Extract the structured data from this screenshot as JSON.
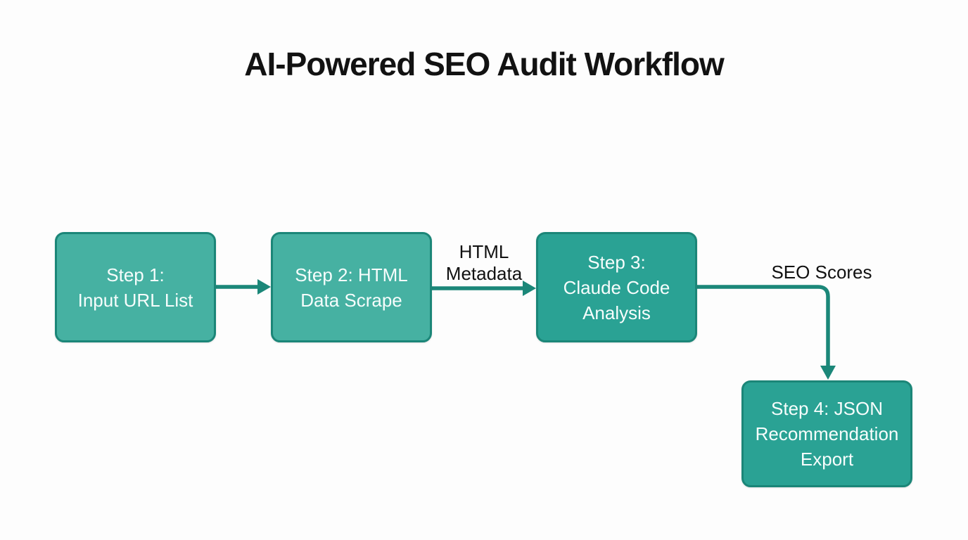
{
  "page": {
    "background": "#fdfdfd"
  },
  "title": "AI-Powered SEO Audit Workflow",
  "diagram": {
    "type": "flowchart",
    "direction": "left-to-right",
    "nodes": [
      {
        "id": "step-1",
        "label": "Step 1:\nInput URL List",
        "fill": "#46b1a2",
        "border": "#1b8678",
        "text_color": "#ffffff"
      },
      {
        "id": "step-2",
        "label": "Step 2: HTML\nData Scrape",
        "fill": "#46b1a2",
        "border": "#1b8678",
        "text_color": "#ffffff"
      },
      {
        "id": "step-3",
        "label": "Step 3:\nClaude Code\nAnalysis",
        "fill": "#2aa294",
        "border": "#1b8678",
        "text_color": "#ffffff"
      },
      {
        "id": "step-4",
        "label": "Step 4: JSON\nRecommendation\nExport",
        "fill": "#2aa294",
        "border": "#1b8678",
        "text_color": "#ffffff"
      }
    ],
    "edges": [
      {
        "from": "step-1",
        "to": "step-2",
        "label": ""
      },
      {
        "from": "step-2",
        "to": "step-3",
        "label": "HTML Metadata"
      },
      {
        "from": "step-3",
        "to": "step-4",
        "label": "SEO Scores"
      }
    ],
    "edge_color": "#1b8779",
    "label_color": "#111111",
    "title_color": "#121212"
  }
}
